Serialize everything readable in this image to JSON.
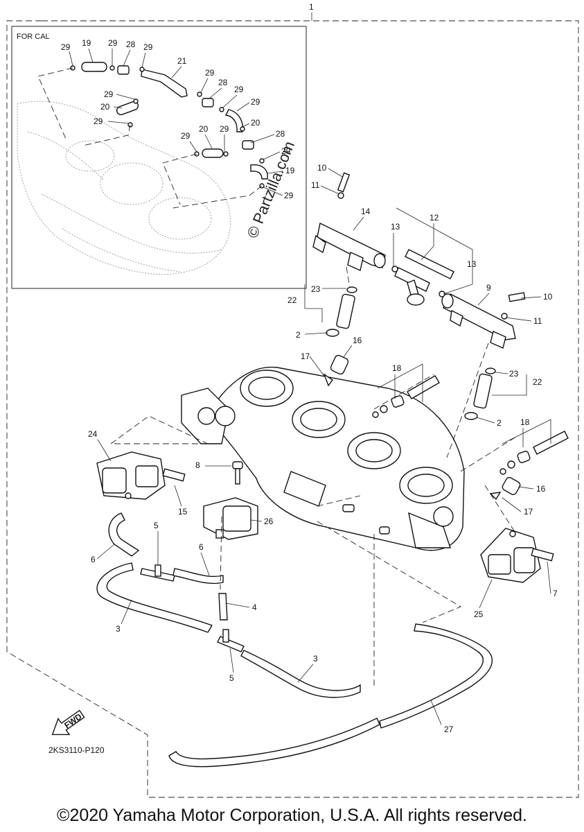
{
  "inset": {
    "title": "FOR CAL"
  },
  "assembly_number": "1",
  "drawing_code": "2KS3110-P120",
  "fwd_label": "FWD",
  "watermark": "© Partzilla.com",
  "copyright": "©2020 Yamaha Motor Corporation, U.S.A. All rights reserved.",
  "inset_callouts": [
    "29",
    "19",
    "29",
    "28",
    "29",
    "21",
    "29",
    "28",
    "29",
    "29",
    "20",
    "29",
    "20",
    "29",
    "20",
    "29",
    "28",
    "29",
    "29",
    "19",
    "29"
  ],
  "main_callouts": [
    "10",
    "11",
    "14",
    "12",
    "13",
    "13",
    "9",
    "10",
    "11",
    "23",
    "22",
    "2",
    "16",
    "17",
    "18",
    "23",
    "22",
    "2",
    "18",
    "24",
    "8",
    "15",
    "16",
    "17",
    "5",
    "6",
    "6",
    "26",
    "4",
    "7",
    "25",
    "3",
    "5",
    "3",
    "27"
  ]
}
